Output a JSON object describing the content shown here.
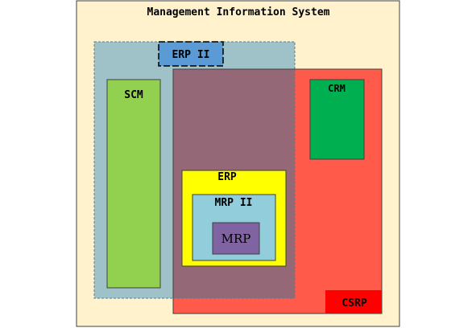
{
  "title": "Management Information System",
  "boxes": {
    "erp2": {
      "label": "ERP II",
      "color": "#5b9bd5"
    },
    "scm": {
      "label": "SCM",
      "color": "#92d050"
    },
    "crm": {
      "label": "CRM",
      "color": "#00b050"
    },
    "csrp": {
      "label": "CSRP",
      "color": "#ff0000"
    },
    "erp": {
      "label": "ERP",
      "color": "#ffff00"
    },
    "mrp2": {
      "label": "MRP II",
      "color": "#92cddc"
    },
    "mrp": {
      "label": "MRP",
      "color": "#8064a2"
    }
  },
  "colors": {
    "background": "#fff2cc",
    "erp2_region": "#7fb2c8",
    "csrp_region": "#ff5a4a",
    "overlap": "#956878"
  }
}
